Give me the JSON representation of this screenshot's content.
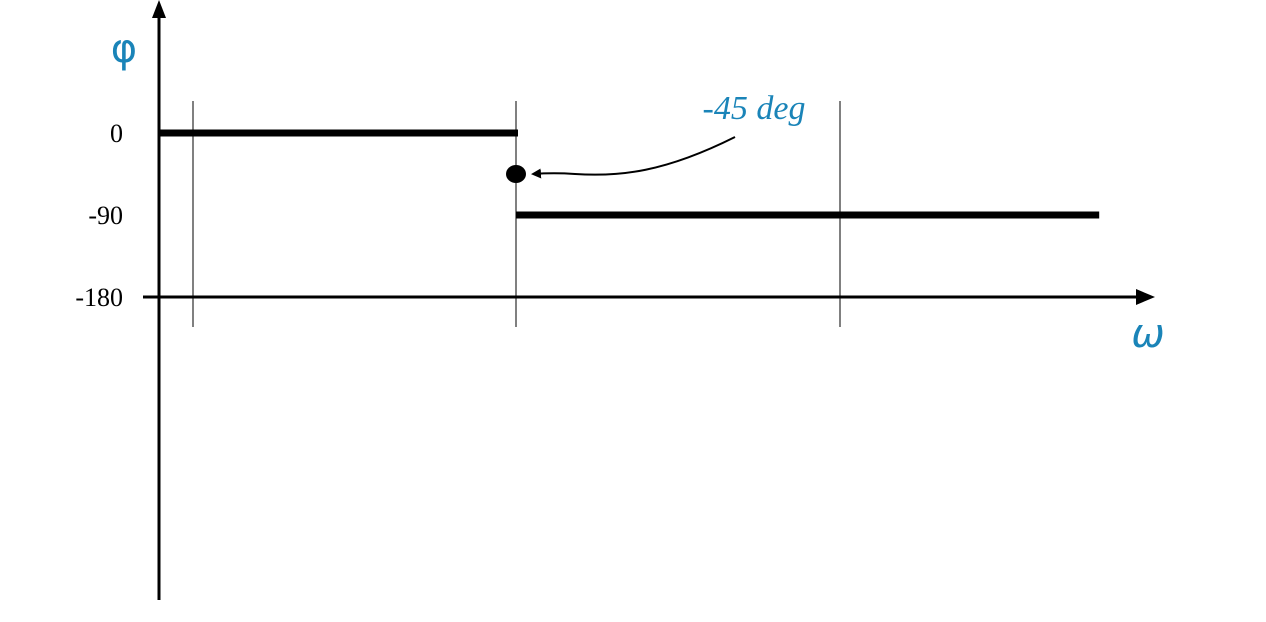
{
  "colors": {
    "accent": "#1a84b8",
    "ink": "#000000",
    "background": "#ffffff"
  },
  "chart_data": {
    "type": "line",
    "ylabel": "φ",
    "xlabel": "ω",
    "y_ticks": [
      "0",
      "-90",
      "-180"
    ],
    "y_tick_values": [
      0,
      -90,
      -180
    ],
    "ylim": [
      -180,
      0
    ],
    "x_log_scale": true,
    "x_markers": 3,
    "x_marker_index_of_breakpoint": 1,
    "series": [
      {
        "segment": "low-frequency",
        "x": [
          0,
          1
        ],
        "y": [
          0,
          0
        ]
      },
      {
        "segment": "high-frequency",
        "x": [
          1,
          2.8
        ],
        "y": [
          -90,
          -90
        ]
      }
    ],
    "points": [
      {
        "x": 1,
        "y": -45
      }
    ],
    "annotations": [
      {
        "text": "-45 deg",
        "points_to": {
          "x": 1,
          "y": -45
        }
      }
    ],
    "grid": false,
    "legend": "none"
  }
}
